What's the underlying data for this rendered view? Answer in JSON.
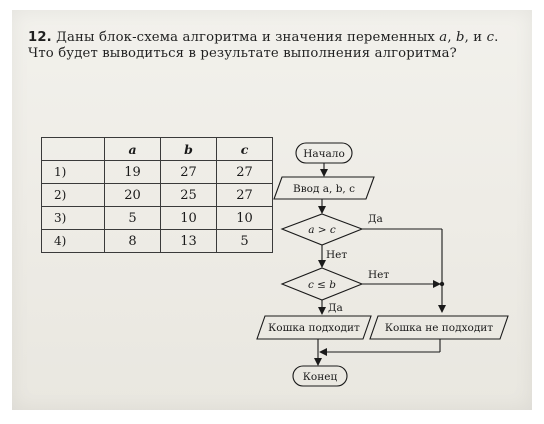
{
  "problem": {
    "number": "12.",
    "text_before_a": "Даны блок-схема алгоритма и значения переменных ",
    "var_a": "a",
    "sep1": ", ",
    "var_b": "b",
    "sep2": ", и ",
    "var_c": "c",
    "text_after": ". Что будет выводиться в результате выполнения алгоритма?"
  },
  "table": {
    "headers": [
      "",
      "a",
      "b",
      "c"
    ],
    "rows": [
      [
        "1)",
        "19",
        "27",
        "27"
      ],
      [
        "2)",
        "20",
        "25",
        "27"
      ],
      [
        "3)",
        "5",
        "10",
        "10"
      ],
      [
        "4)",
        "8",
        "13",
        "5"
      ]
    ]
  },
  "flowchart": {
    "start": "Начало",
    "input": "Ввод a, b, c",
    "cond1": "a > c",
    "cond1_yes": "Да",
    "cond1_no": "Нет",
    "cond2": "c ≤ b",
    "cond2_yes": "Да",
    "cond2_no": "Нет",
    "out_yes": "Кошка подходит",
    "out_no": "Кошка не подходит",
    "end": "Конец"
  }
}
